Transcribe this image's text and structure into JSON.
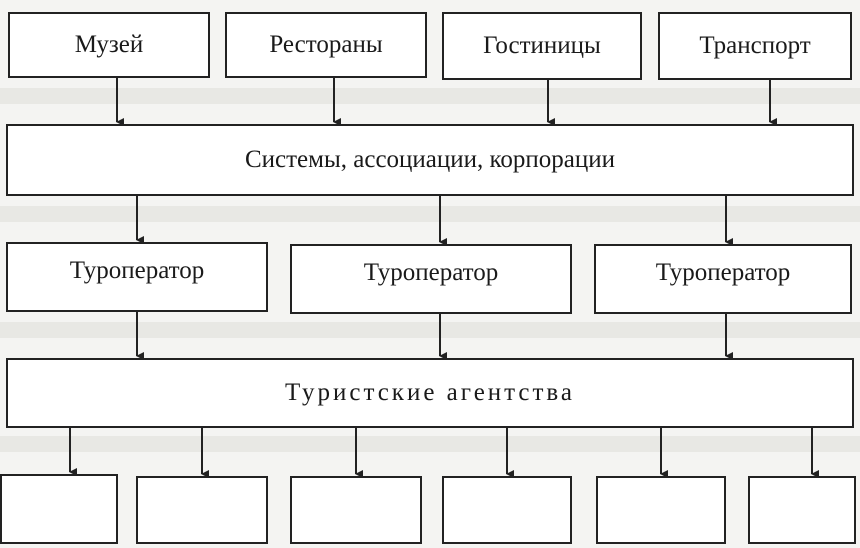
{
  "sources": [
    "Музей",
    "Рестораны",
    "Гостиницы",
    "Транспорт"
  ],
  "systems": "Системы, ассоциации, корпорации",
  "operators": [
    "Туроператор",
    "Туроператор",
    "Туроператор"
  ],
  "agencies": "Туристские агентства",
  "outlets_count": 6,
  "colors": {
    "line": "#222222",
    "box_fill": "#ffffff",
    "background": "#f4f4f2"
  }
}
